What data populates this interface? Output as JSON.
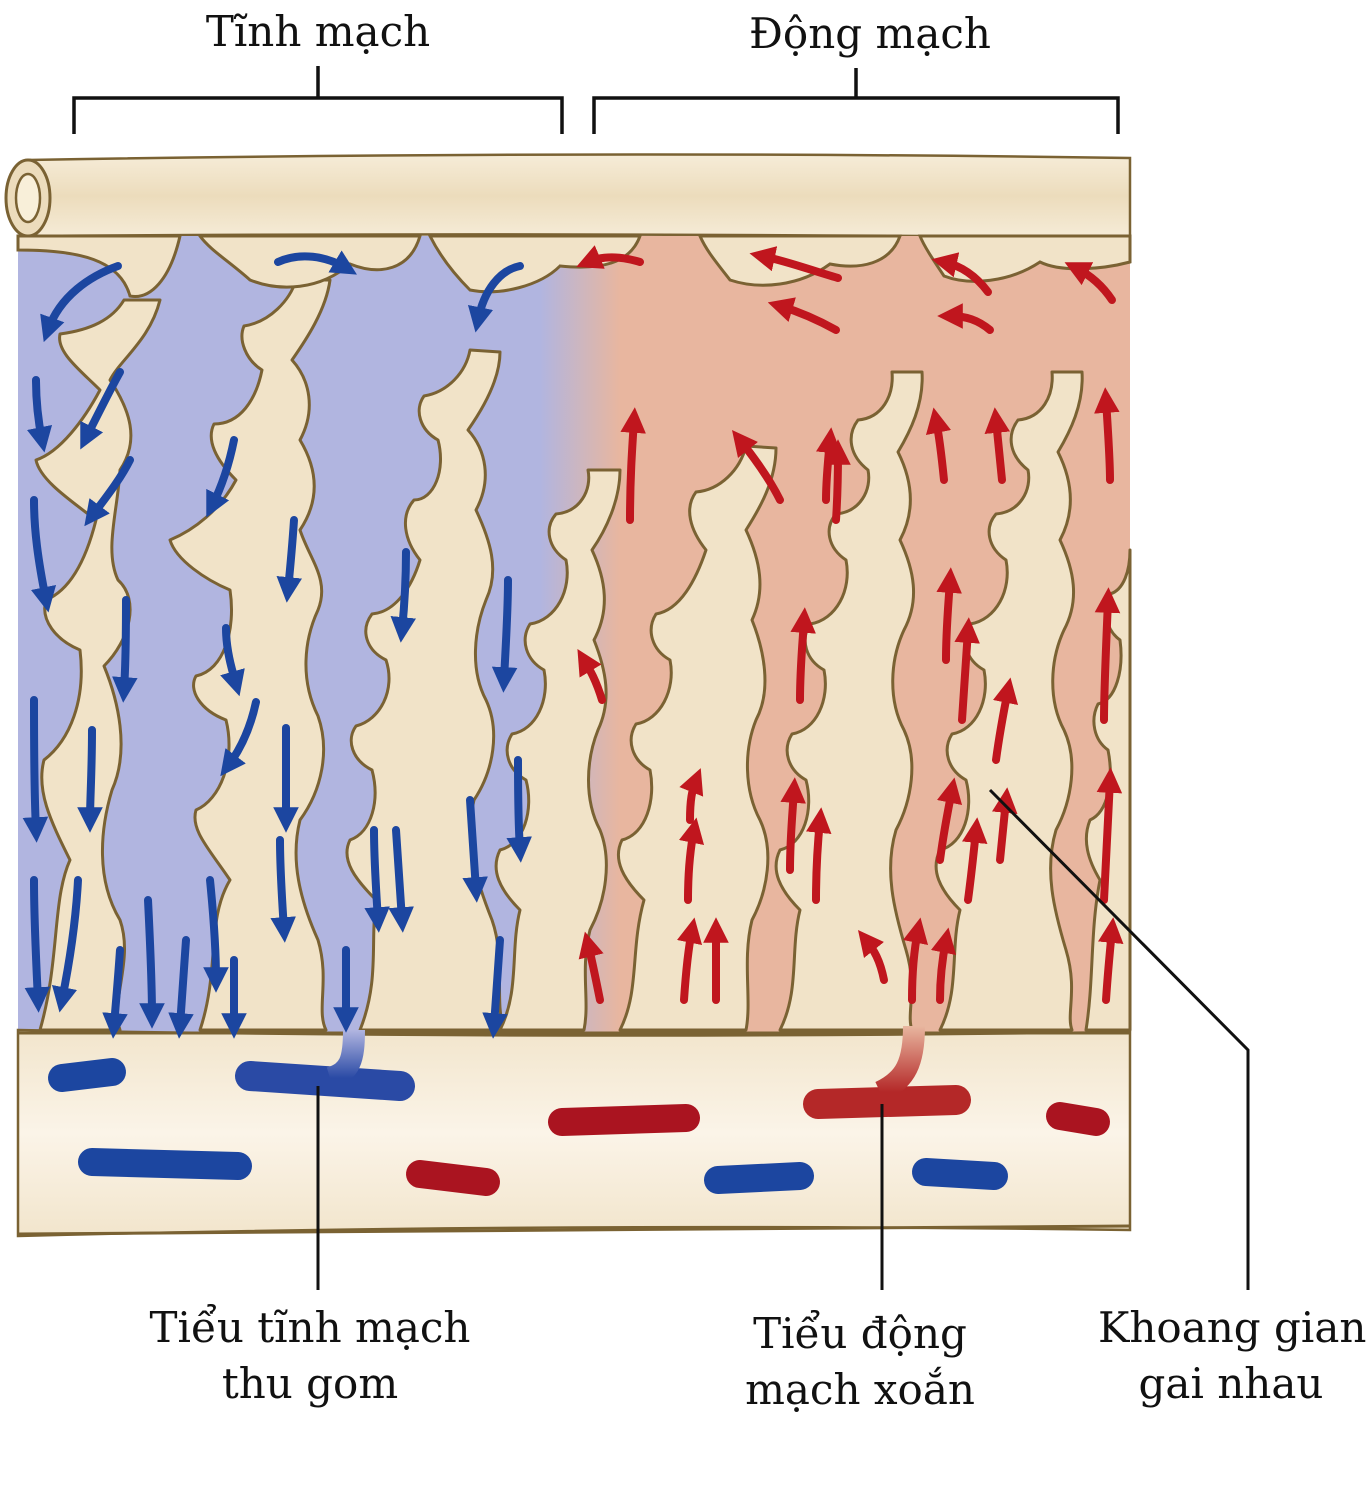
{
  "labels": {
    "veins": "Tĩnh mạch",
    "arteries": "Động mạch",
    "collecting_venule": {
      "line1": "Tiểu tĩnh mạch",
      "line2": "thu gom"
    },
    "spiral_arteriole": {
      "line1": "Tiểu động",
      "line2": "mạch xoắn"
    },
    "intervillous_space": {
      "line1": "Khoang gian",
      "line2": "gai nhau"
    }
  },
  "colors": {
    "tissue": "#f1e3c8",
    "outline": "#7a6233",
    "venous_space": "#b1b5e0",
    "arterial_space": "#e8b69f",
    "venous_arrow": "#1c46a0",
    "arterial_arrow": "#c0161e",
    "leader_line": "#111111"
  },
  "icons": {
    "venous_flow": "arrow-down-icon",
    "arterial_flow": "arrow-up-icon"
  }
}
